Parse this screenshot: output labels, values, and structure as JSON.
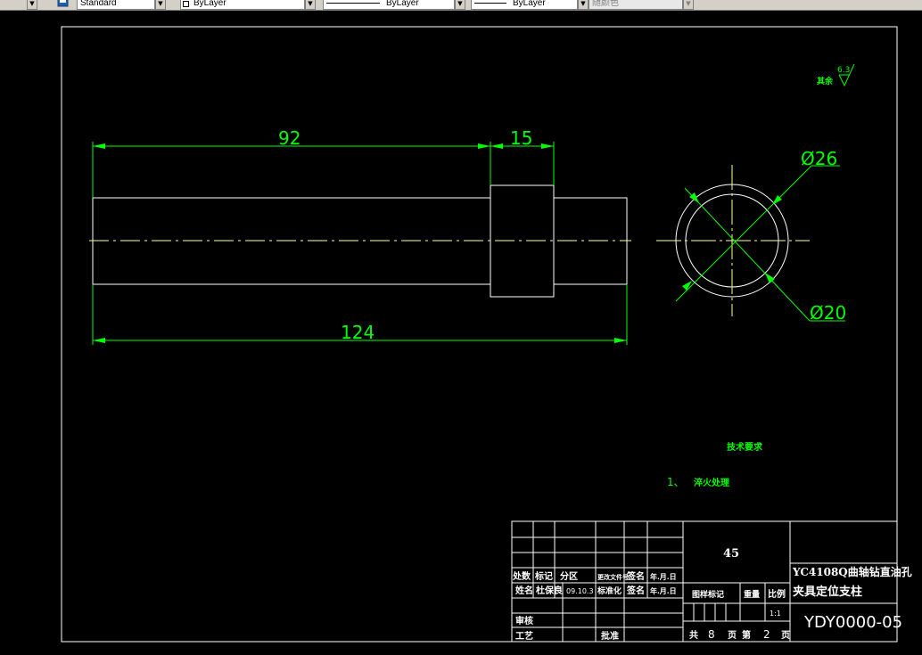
{
  "toolbar": {
    "textstyle_value": "Standard",
    "layer_value": "ByLayer",
    "linetype_value": "ByLayer",
    "lineweight_value": "ByLayer",
    "plotstyle_value": "随颜色"
  },
  "drawing": {
    "dim_92": "92",
    "dim_15": "15",
    "dim_124": "124",
    "dim_d26": "Ø26",
    "dim_d20": "Ø20",
    "roughness_label": "其余",
    "roughness_value": "6.3",
    "tech_title": "技术要求",
    "tech_item_num": "1、",
    "tech_item_text": "淬火处理"
  },
  "title_block": {
    "material": "45",
    "title_line1": "YC4108Q曲轴钻直油孔",
    "title_line2": "夹具定位支柱",
    "drawing_no": "YDY0000-05",
    "row_headers": [
      "处数",
      "标记",
      "分区",
      "更改文件号",
      "签名",
      "年.月.日"
    ],
    "designer_label": "姓名",
    "designer_name": "杜保良",
    "design_date": "09.10.3",
    "std_label": "标准化",
    "sign_label": "签名",
    "date_label": "年.月.日",
    "review_label": "审核",
    "process_label": "工艺",
    "approve_label": "批准",
    "stage_label": "图样标记",
    "weight_label": "重量",
    "scale_label": "比例",
    "scale_value": "1:1",
    "sheets_total_label": "共",
    "sheets_total": "8",
    "sheets_unit": "页",
    "sheet_current_label": "第",
    "sheet_current": "2",
    "sheet_unit2": "页"
  }
}
